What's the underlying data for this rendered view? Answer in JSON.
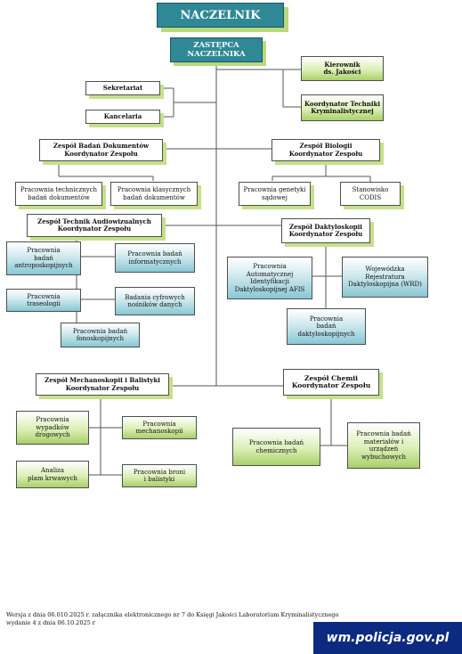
{
  "title": "NACZELNIK",
  "deputy": "ZASTĘPCA\nNACZELNIKA",
  "units": {
    "kierownik": "Kierownik\nds. Jakości",
    "koordynator_techniki": "Koordynator Techniki\nKryminalistycznej",
    "sekretariat": "Sekretariat",
    "kancelaria": "Kancelaria",
    "zbd": "Zespół Badań Dokumentów\nKoordynator Zespołu",
    "zbd_p1": "Pracownia technicznych\nbadań dokumentów",
    "zbd_p2": "Pracownia klasycznych\nbadań dokumentów",
    "zb": "Zespół Biologii\nKoordynator Zespołu",
    "zb_p1": "Pracownia genetyki\nsądowej",
    "zb_p2": "Stanowisko\nCODIS",
    "zta": "Zespół Technik Audiowizualnych\nKoordynator Zespołu",
    "zta_p1": "Pracownia\nbadań\nantroposkopijnych",
    "zta_p2": "Pracownia badań\ninformatycznych",
    "zta_p3": "Pracownia\ntraseologii",
    "zta_p4": "Badania cyfrowych\nnośników danych",
    "zta_p5": "Pracownia badań\nfonoskopijnych",
    "zd": "Zespół Daktyloskopii\nKoordynator Zespołu",
    "zd_p1": "Pracownia\nAutomatycznej\nIdentyfikacji\nDaktyloskopijnej AFIS",
    "zd_p2": "Wojewódzka\nRejestratura\nDaktyloskopijna (WRD)",
    "zd_p3": "Pracownia\nbadań\ndaktyloskopijnych",
    "zmb": "Zespół Mechanoskopii i Balistyki\nKoordynator Zespołu",
    "zmb_p1": "Pracownia\nwypadków\ndrogowych",
    "zmb_p2": "Pracownia\nmechanoskopii",
    "zmb_p3": "Analiza\nplam krwawych",
    "zmb_p4": "Pracownia broni\ni balistyki",
    "zc": "Zespół Chemii\nKoordynator Zespołu",
    "zc_p1": "Pracownia badań\nchemicznych",
    "zc_p2": "Pracownia badań\nmateriałów i\nurządzeń\nwybuchowych"
  },
  "footer": {
    "line1": "Wersja z dnia 06.010.2025 r. załącznika elektronicznego nr 7 do Księgi Jakości Laboratorium Kryminalistycznego",
    "line2": "wydanie 4 z dnia 06.10.2025 r"
  },
  "brand": "wm.policja.gov.pl",
  "colors": {
    "header_teal": "#2f8896",
    "green_accent": "#a9d06a",
    "cyan_accent": "#88c7d3",
    "brand_blue": "#0c2a80"
  }
}
